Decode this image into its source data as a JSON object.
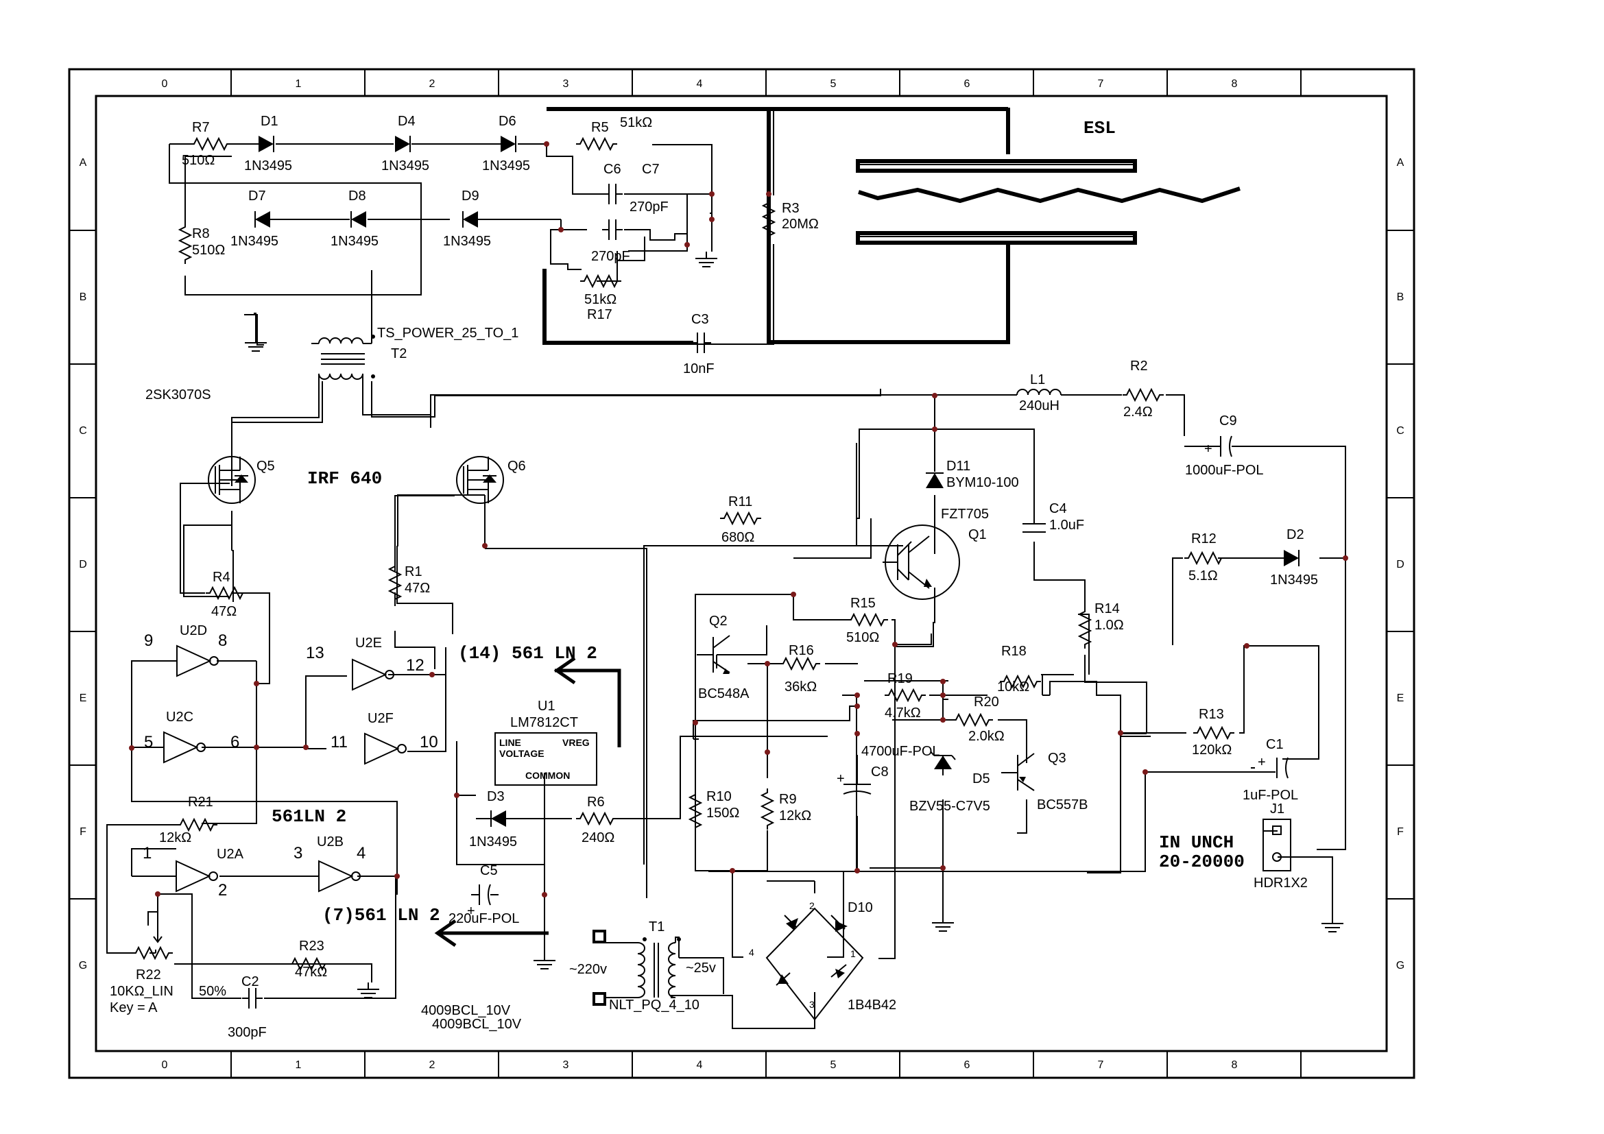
{
  "grid": {
    "cols": [
      "0",
      "1",
      "2",
      "3",
      "4",
      "5",
      "6",
      "7",
      "8"
    ],
    "rows": [
      "A",
      "B",
      "C",
      "D",
      "E",
      "F",
      "G"
    ]
  },
  "resistors": {
    "R7": {
      "ref": "R7",
      "value": "510Ω"
    },
    "R8": {
      "ref": "R8",
      "value": "510Ω"
    },
    "R5": {
      "ref": "R5",
      "value": "51kΩ"
    },
    "R17": {
      "ref": "R17",
      "value": "51kΩ"
    },
    "R3": {
      "ref": "R3",
      "value": "20MΩ"
    },
    "R2": {
      "ref": "R2",
      "value": "2.4Ω"
    },
    "R11": {
      "ref": "R11",
      "value": "680Ω"
    },
    "R4": {
      "ref": "R4",
      "value": "47Ω"
    },
    "R1": {
      "ref": "R1",
      "value": "47Ω"
    },
    "R15": {
      "ref": "R15",
      "value": "510Ω"
    },
    "R16": {
      "ref": "R16",
      "value": "36kΩ"
    },
    "R19": {
      "ref": "R19",
      "value": "4.7kΩ"
    },
    "R18": {
      "ref": "R18",
      "value": "10kΩ"
    },
    "R20": {
      "ref": "R20",
      "value": "2.0kΩ"
    },
    "R12": {
      "ref": "R12",
      "value": "5.1Ω"
    },
    "R14": {
      "ref": "R14",
      "value": "1.0Ω"
    },
    "R13": {
      "ref": "R13",
      "value": "120kΩ"
    },
    "R10": {
      "ref": "R10",
      "value": "150Ω"
    },
    "R9": {
      "ref": "R9",
      "value": "12kΩ"
    },
    "R6": {
      "ref": "R6",
      "value": "240Ω"
    },
    "R21": {
      "ref": "R21",
      "value": "12kΩ"
    },
    "R23": {
      "ref": "R23",
      "value": "47kΩ"
    },
    "R22": {
      "ref": "R22",
      "value": "10KΩ_LIN",
      "setting": "50%",
      "key": "Key = A"
    }
  },
  "diodes": {
    "D1": {
      "ref": "D1",
      "value": "1N3495"
    },
    "D4": {
      "ref": "D4",
      "value": "1N3495"
    },
    "D6": {
      "ref": "D6",
      "value": "1N3495"
    },
    "D7": {
      "ref": "D7",
      "value": "1N3495"
    },
    "D8": {
      "ref": "D8",
      "value": "1N3495"
    },
    "D9": {
      "ref": "D9",
      "value": "1N3495"
    },
    "D11": {
      "ref": "D11",
      "value": "BYM10-100"
    },
    "D2": {
      "ref": "D2",
      "value": "1N3495"
    },
    "D3": {
      "ref": "D3",
      "value": "1N3495"
    },
    "D5": {
      "ref": "D5",
      "value": "BZV55-C7V5"
    },
    "D10": {
      "ref": "D10",
      "value": "1B4B42"
    }
  },
  "capacitors": {
    "C6": {
      "ref": "C6",
      "value": "270pF"
    },
    "C7": {
      "ref": "C7",
      "value": "270pF"
    },
    "C3": {
      "ref": "C3",
      "value": "10nF"
    },
    "C9": {
      "ref": "C9",
      "value": "1000uF-POL"
    },
    "C4": {
      "ref": "C4",
      "value": "1.0uF"
    },
    "C8": {
      "ref": "C8",
      "value": "4700uF-POL"
    },
    "C1": {
      "ref": "C1",
      "value": "1uF-POL"
    },
    "C5": {
      "ref": "C5",
      "value": "220uF-POL"
    },
    "C2": {
      "ref": "C2",
      "value": "300pF"
    }
  },
  "transistors": {
    "Q5": {
      "ref": "Q5"
    },
    "Q6": {
      "ref": "Q6"
    },
    "mosfet_type": "IRF 640",
    "mosfet_note": "2SK3070S",
    "Q1": {
      "ref": "Q1",
      "value": "FZT705"
    },
    "Q2": {
      "ref": "Q2",
      "value": "BC548A"
    },
    "Q3": {
      "ref": "Q3",
      "value": "BC557B"
    }
  },
  "magnetics": {
    "T2": {
      "ref": "T2",
      "value": "TS_POWER_25_TO_1"
    },
    "T1": {
      "ref": "T1",
      "value": "NLT_PQ_4_10",
      "primary": "~220v",
      "secondary": "~25v"
    },
    "L1": {
      "ref": "L1",
      "value": "240uH"
    }
  },
  "ics": {
    "U1": {
      "ref": "U1",
      "value": "LM7812CT",
      "pin_line": "LINE",
      "pin_voltage": "VOLTAGE",
      "pin_vreg": "VREG",
      "pin_common": "COMMON"
    },
    "U2A": "U2A",
    "U2B": "U2B",
    "U2C": "U2C",
    "U2D": "U2D",
    "U2E": "U2E",
    "U2F": "U2F",
    "hex_part_a": "4009BCL_10V",
    "hex_part_b": "4009BCL_10V"
  },
  "pins": {
    "u2d_in": "9",
    "u2d_out": "8",
    "u2e_in": "13",
    "u2e_out": "12",
    "u2c_in": "5",
    "u2c_out": "6",
    "u2f_in": "11",
    "u2f_out": "10",
    "u2a_in": "1",
    "u2a_out": "2",
    "u2b_in": "3",
    "u2b_out": "4",
    "d10_p1": "1",
    "d10_p2": "2",
    "d10_p3": "3",
    "d10_p4": "4"
  },
  "annotations": {
    "esl": "ESL",
    "supply_14": "(14) 561 LN 2",
    "supply_7": "(7)561 LN 2",
    "note_561": "561LN 2",
    "in_unch": "IN UNCH",
    "freq_range": "20-20000"
  },
  "connector": {
    "J1": {
      "ref": "J1",
      "value": "HDR1X2"
    }
  }
}
